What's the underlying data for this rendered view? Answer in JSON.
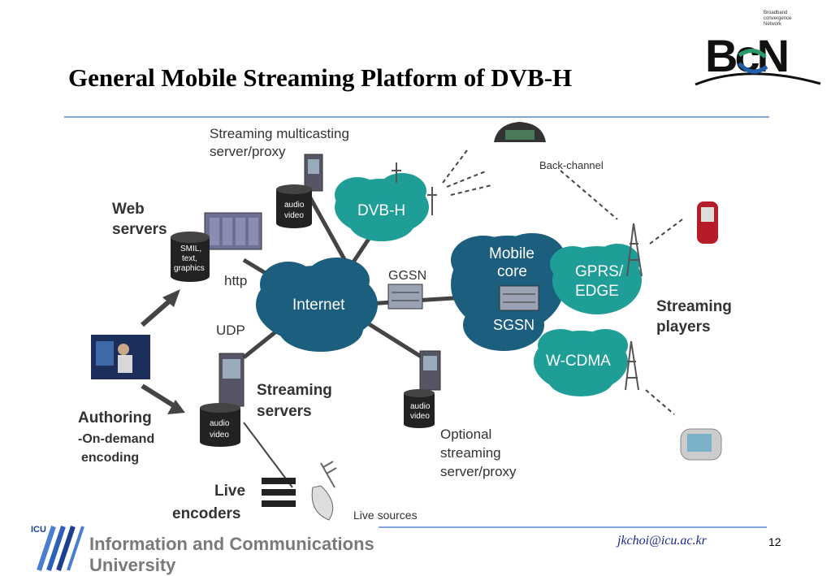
{
  "slide": {
    "title": "General Mobile Streaming Platform of DVB-H",
    "email": "jkchoi@icu.ac.kr",
    "page_number": "12"
  },
  "logo": {
    "bcn_caption": [
      "Broadband",
      "convergence",
      "Network"
    ],
    "bcn_mark": "BcN",
    "icu_tag": "ICU",
    "icu_name_line1": "Information and Communications",
    "icu_name_line2": "University"
  },
  "diagram": {
    "labels": {
      "streaming_multicast_1": "Streaming multicasting",
      "streaming_multicast_2": "server/proxy",
      "web_servers_1": "Web",
      "web_servers_2": "servers",
      "http": "http",
      "udp": "UDP",
      "ggsn": "GGSN",
      "sgsn": "SGSN",
      "back_channel": "Back-channel",
      "streaming_players_1": "Streaming",
      "streaming_players_2": "players",
      "streaming_servers_1": "Streaming",
      "streaming_servers_2": "servers",
      "optional_1": "Optional",
      "optional_2": "streaming",
      "optional_3": "server/proxy",
      "authoring_1": "Authoring",
      "authoring_2": "-On-demand",
      "authoring_3": "encoding",
      "live_encoders_1": "Live",
      "live_encoders_2": "encoders",
      "live_sources": "Live sources"
    },
    "clouds": {
      "dvbh": "DVB-H",
      "internet": "Internet",
      "mobile_core_1": "Mobile",
      "mobile_core_2": "core",
      "gprs_1": "GPRS/",
      "gprs_2": "EDGE",
      "wcdma": "W-CDMA"
    },
    "cylinders": {
      "web_1": "SMIL,",
      "web_2": "text,",
      "web_3": "graphics",
      "multicast_1": "audio",
      "multicast_2": "video",
      "streaming_1": "audio",
      "streaming_2": "video",
      "optional_1": "audio",
      "optional_2": "video"
    },
    "colors": {
      "cloud_dark": "#1c5e7e",
      "cloud_teal": "#1f9e98",
      "rule": "#7fa6dc",
      "bcn_green": "#2a9a6a",
      "bcn_blue": "#1f5fa8"
    }
  }
}
